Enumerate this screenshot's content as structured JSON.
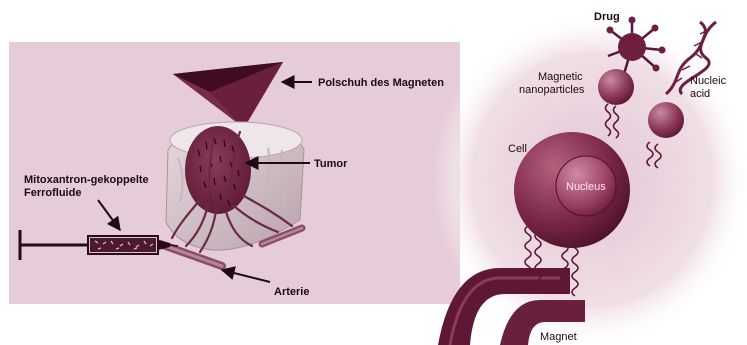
{
  "left_panel": {
    "labels": {
      "pole_piece": "Polschuh des Magneten",
      "tumor": "Tumor",
      "ferrofluid_line1": "Mitoxantron-gekoppelte",
      "ferrofluid_line2": "Ferrofluide",
      "artery": "Arterie"
    }
  },
  "right_panel": {
    "labels": {
      "drug": "Drug",
      "nanoparticles_line1": "Magnetic",
      "nanoparticles_line2": "nanoparticles",
      "nucleic_line1": "Nucleic",
      "nucleic_line2": "acid",
      "cell": "Cell",
      "nucleus": "Nucleus",
      "magnet": "Magnet"
    }
  },
  "colors": {
    "panel_bg": "#e6cbd8",
    "dark_plum": "#6e1f40",
    "mid_plum": "#9c4c6e",
    "tissue": "#d9c8cf",
    "text": "#1e0a12"
  }
}
